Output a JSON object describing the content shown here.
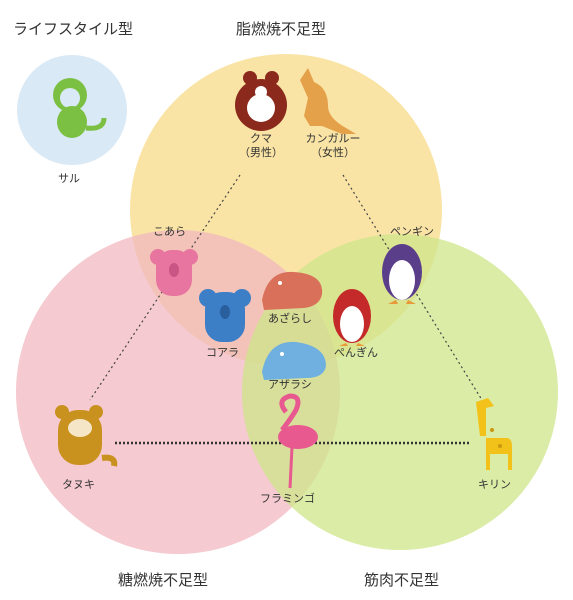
{
  "titles": {
    "lifestyle": "ライフスタイル型",
    "fat": "脂燃焼不足型",
    "sugar": "糖燃焼不足型",
    "muscle": "筋肉不足型"
  },
  "animals": {
    "monkey": "サル",
    "bear": "クマ",
    "bear_note": "（男性）",
    "kangaroo": "カンガルー",
    "kangaroo_note": "（女性）",
    "koala_hira": "こあら",
    "koala_kata": "コアラ",
    "seal_hira": "あざらし",
    "seal_kata": "アザラシ",
    "penguin_kata": "ペンギン",
    "penguin_hira": "ぺんぎん",
    "tanuki": "タヌキ",
    "flamingo": "フラミンゴ",
    "giraffe": "キリン"
  },
  "colors": {
    "fat_circle": "#f7dc8c",
    "sugar_circle": "#f3b8c0",
    "muscle_circle": "#cfe58a",
    "monkey_bg": "#d7e9f5"
  }
}
